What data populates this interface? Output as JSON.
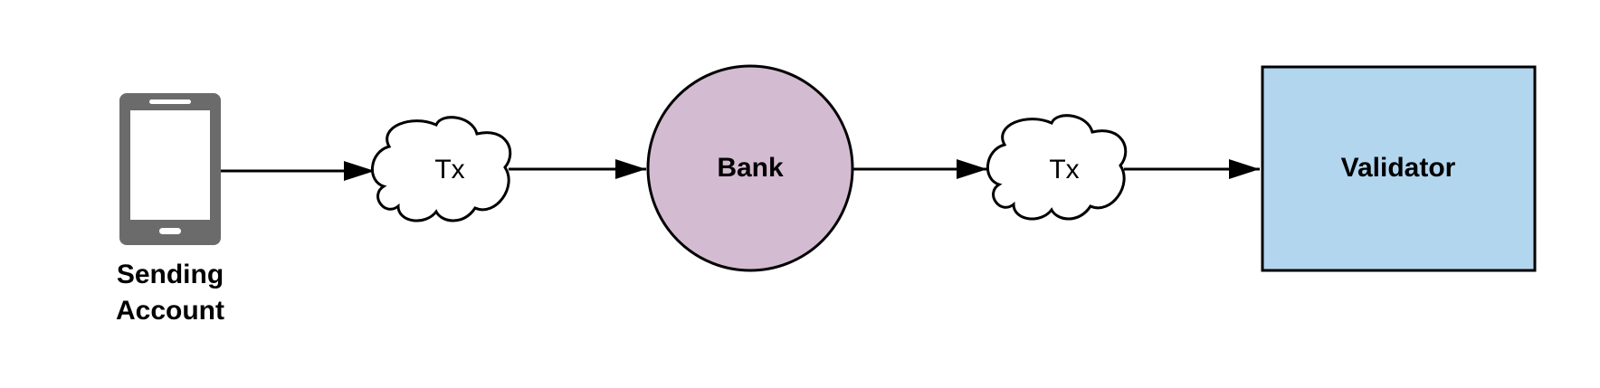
{
  "diagram": {
    "sender": {
      "label_line1": "Sending",
      "label_line2": "Account",
      "icon": "smartphone-icon"
    },
    "tx1": {
      "label": "Tx",
      "shape": "cloud"
    },
    "bank": {
      "label": "Bank",
      "shape": "circle",
      "fill": "#D3BCD1"
    },
    "tx2": {
      "label": "Tx",
      "shape": "cloud"
    },
    "validator": {
      "label": "Validator",
      "shape": "rectangle",
      "fill": "#B3D6EF"
    },
    "colors": {
      "stroke": "#000000",
      "phone": "#6B6B6B",
      "phone_screen": "#FFFFFF"
    }
  }
}
